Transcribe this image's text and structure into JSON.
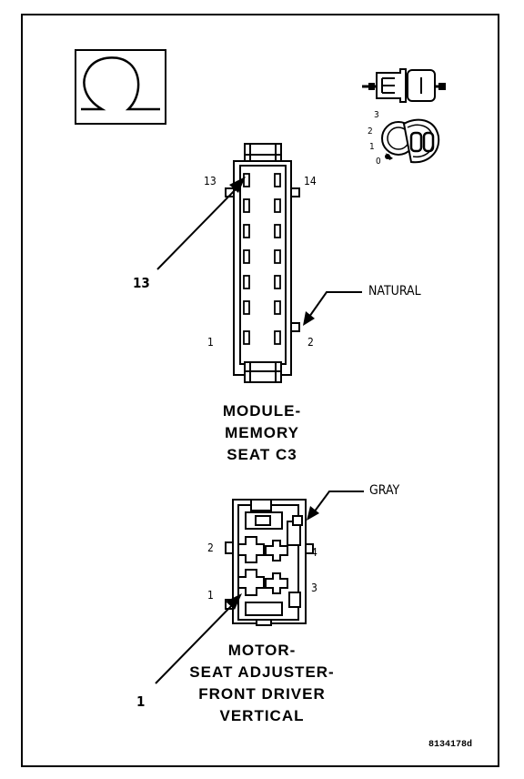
{
  "connector_c3": {
    "pin_top_left": "13",
    "pin_top_right": "14",
    "pin_bottom_left": "1",
    "pin_bottom_right": "2",
    "callout": "13",
    "color_label": "NATURAL",
    "title_lines": [
      "MODULE-",
      "MEMORY",
      "SEAT C3"
    ]
  },
  "connector_motor": {
    "pin_2": "2",
    "pin_4": "4",
    "pin_1": "1",
    "pin_3": "3",
    "callout": "1",
    "color_label": "GRAY",
    "title_lines": [
      "MOTOR-",
      "SEAT ADJUSTER-",
      "FRONT DRIVER",
      "VERTICAL"
    ]
  },
  "ignition_switch": {
    "positions": [
      "3",
      "2",
      "1",
      "0"
    ]
  },
  "figure_code": "8134178d"
}
